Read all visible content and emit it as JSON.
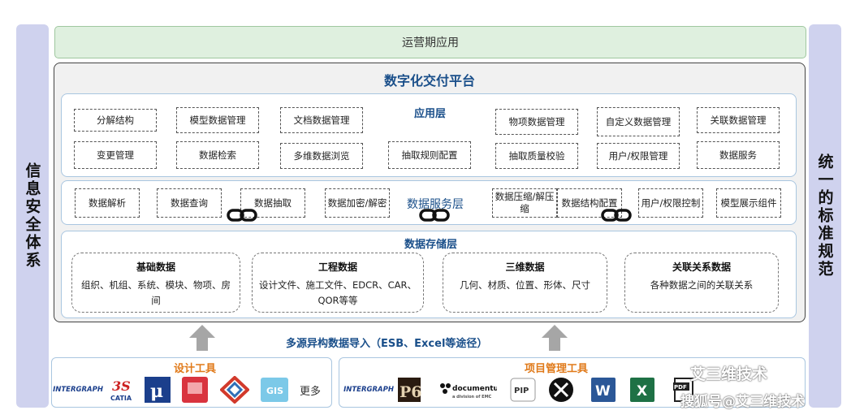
{
  "left_bar": "信息安全体系",
  "right_bar": "统一的标准规范",
  "ops_layer": "运营期应用",
  "platform_title": "数字化交付平台",
  "app_layer": {
    "label": "应用层",
    "items": [
      "分解结构",
      "模型数据管理",
      "文档数据管理",
      "物项数据管理",
      "自定义数据管理",
      "关联数据管理",
      "变更管理",
      "数据检索",
      "多维数据浏览",
      "抽取规则配置",
      "抽取质量校验",
      "用户/权限管理",
      "数据服务"
    ]
  },
  "service_layer": {
    "label": "数据服务层",
    "items": [
      "数据解析",
      "数据查询",
      "数据抽取",
      "数据加密/解密",
      "数据压缩/解压缩",
      "数据结构配置",
      "用户/权限控制",
      "模型展示组件"
    ]
  },
  "storage_layer": {
    "label": "数据存储层",
    "boxes": [
      {
        "title": "基础数据",
        "desc": "组织、机组、系统、模块、物项、房间"
      },
      {
        "title": "工程数据",
        "desc": "设计文件、施工文件、EDCR、CAR、QOR等等"
      },
      {
        "title": "三维数据",
        "desc": "几何、材质、位置、形体、尺寸"
      },
      {
        "title": "关联关系数据",
        "desc": "各种数据之间的关联关系"
      }
    ]
  },
  "import_label": "多源异构数据导入（ESB、Excel等途径）",
  "design_tools": {
    "title": "设计工具",
    "logos": [
      "INTERGRAPH",
      "CATIA",
      "GIS"
    ],
    "more": "更多"
  },
  "pm_tools": {
    "title": "项目管理工具",
    "logos": [
      "INTERGRAPH",
      "P6",
      "documentum",
      "a division of EMC",
      "PIP",
      "W",
      "X",
      "PDF"
    ]
  },
  "watermark": {
    "line1": "艾三维技术",
    "line2": "搜狐号@艾三维技术"
  },
  "colors": {
    "side_bar": "#cfd2ee",
    "ops_bg": "#dff0df",
    "layer_border": "#a9c6e0",
    "title_blue": "#1a4f8a",
    "tool_title": "#e07a1a",
    "arrow": "#a6a6a6"
  }
}
